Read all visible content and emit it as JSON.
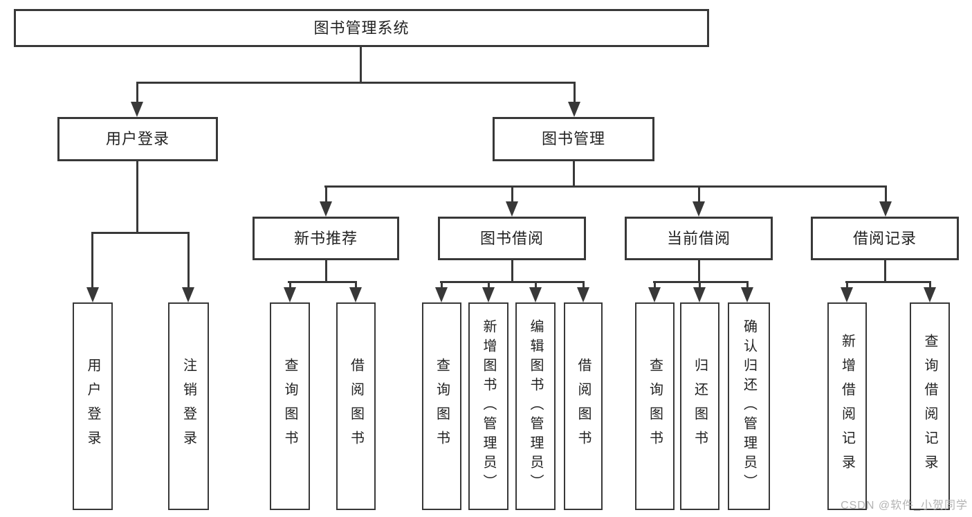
{
  "root": {
    "label": "图书管理系统"
  },
  "level2": [
    {
      "label": "用户登录"
    },
    {
      "label": "图书管理"
    }
  ],
  "level3": [
    {
      "label": "新书推荐"
    },
    {
      "label": "图书借阅"
    },
    {
      "label": "当前借阅"
    },
    {
      "label": "借阅记录"
    }
  ],
  "leaves": {
    "user_login": [
      "用户登录",
      "注销登录"
    ],
    "new_books": [
      "查询图书",
      "借阅图书"
    ],
    "book_borrow": [
      "查询图书",
      "新增图书（管理员）",
      "编辑图书（管理员）",
      "借阅图书"
    ],
    "current_borrow": [
      "查询图书",
      "归还图书",
      "确认归还（管理员）"
    ],
    "borrow_records": [
      "新增借阅记录",
      "查询借阅记录"
    ]
  },
  "watermark": "CSDN @软件_小贺同学",
  "colors": {
    "line": "#383838",
    "text": "#222222",
    "watermark": "#b3b3b3",
    "background": "#ffffff"
  }
}
